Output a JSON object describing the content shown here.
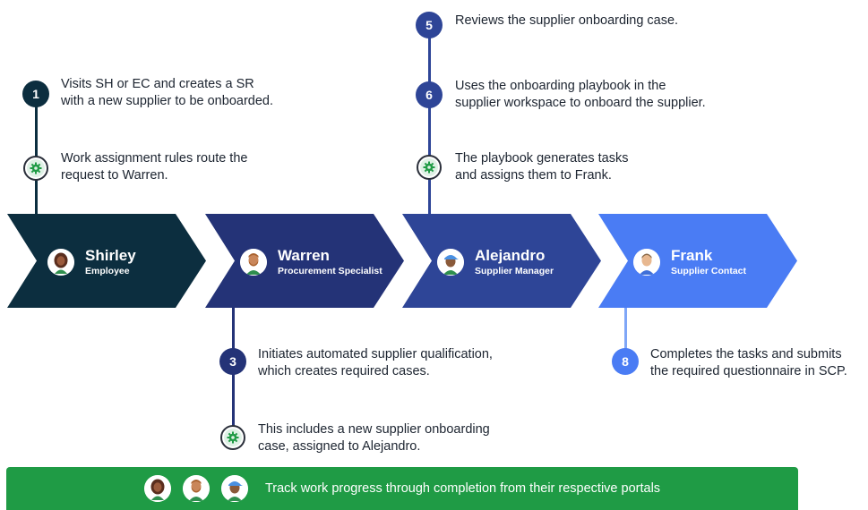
{
  "colors": {
    "shirley": "#0c2e3f",
    "warren": "#243377",
    "alejandro": "#2e4597",
    "frank": "#4a7cf4",
    "frank_line": "#7fa6f7",
    "banner": "#1f9b45"
  },
  "personas": [
    {
      "name": "Shirley",
      "role": "Employee",
      "avatar_icon": "woman-avatar-icon"
    },
    {
      "name": "Warren",
      "role": "Procurement Specialist",
      "avatar_icon": "man-beard-avatar-icon"
    },
    {
      "name": "Alejandro",
      "role": "Supplier Manager",
      "avatar_icon": "man-cap-avatar-icon"
    },
    {
      "name": "Frank",
      "role": "Supplier Contact",
      "avatar_icon": "man-avatar-icon"
    }
  ],
  "steps": {
    "s1": {
      "number": "1",
      "text": "Visits SH or EC and creates a SR\nwith a new supplier to be onboarded."
    },
    "s2": {
      "icon": "gear-icon",
      "text": "Work assignment rules route the\nrequest to Warren."
    },
    "s3": {
      "number": "3",
      "text": "Initiates automated supplier qualification,\nwhich creates required cases."
    },
    "s4": {
      "icon": "gear-icon",
      "text": "This includes a new supplier onboarding\ncase, assigned to Alejandro."
    },
    "s5": {
      "number": "5",
      "text": "Reviews the supplier onboarding case."
    },
    "s6": {
      "number": "6",
      "text": "Uses the onboarding playbook in the\nsupplier workspace to onboard the supplier."
    },
    "s7": {
      "icon": "gear-icon",
      "text": "The playbook generates tasks\nand assigns them to Frank."
    },
    "s8": {
      "number": "8",
      "text": "Completes the tasks and submits\nthe required questionnaire in SCP."
    }
  },
  "banner": {
    "text": "Track work progress through completion from their respective portals"
  }
}
